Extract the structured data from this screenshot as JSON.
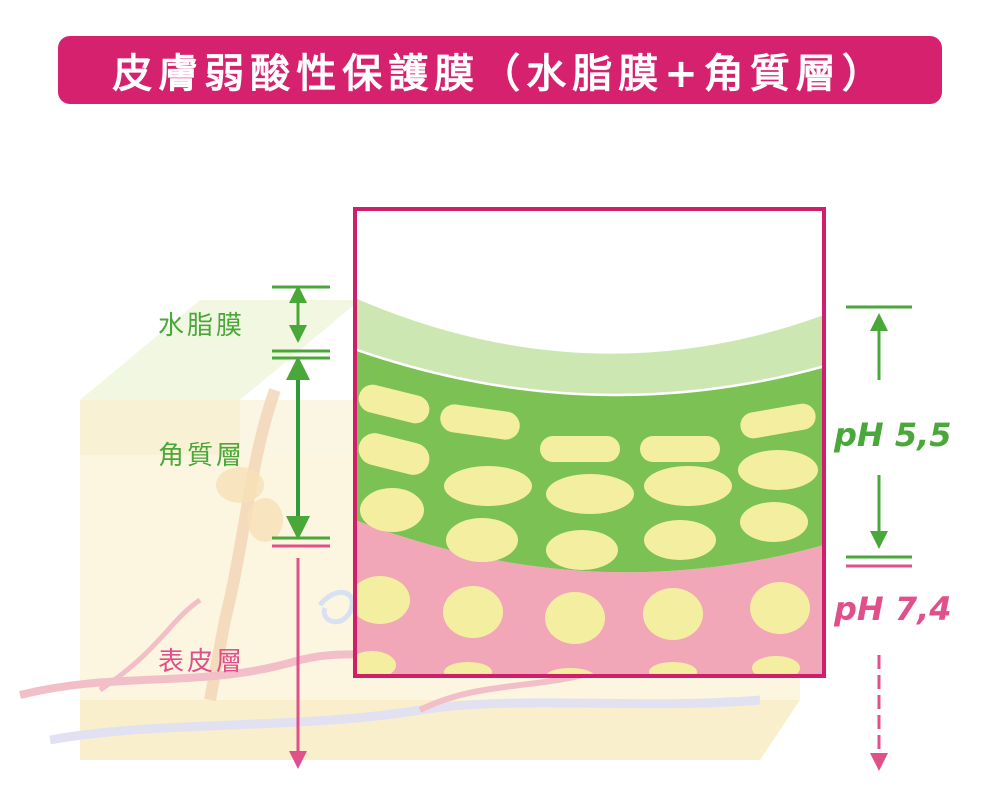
{
  "title": "皮膚弱酸性保護膜（水脂膜+角質層）",
  "layers": {
    "lipid_film": "水脂膜",
    "stratum_corneum": "角質層",
    "epidermis": "表皮層"
  },
  "ph": {
    "surface": "pH 5,5",
    "inner": "pH 7,4"
  },
  "colors": {
    "brand_pink": "#d6216e",
    "green": "#4aa83a",
    "pink": "#e0508a"
  }
}
